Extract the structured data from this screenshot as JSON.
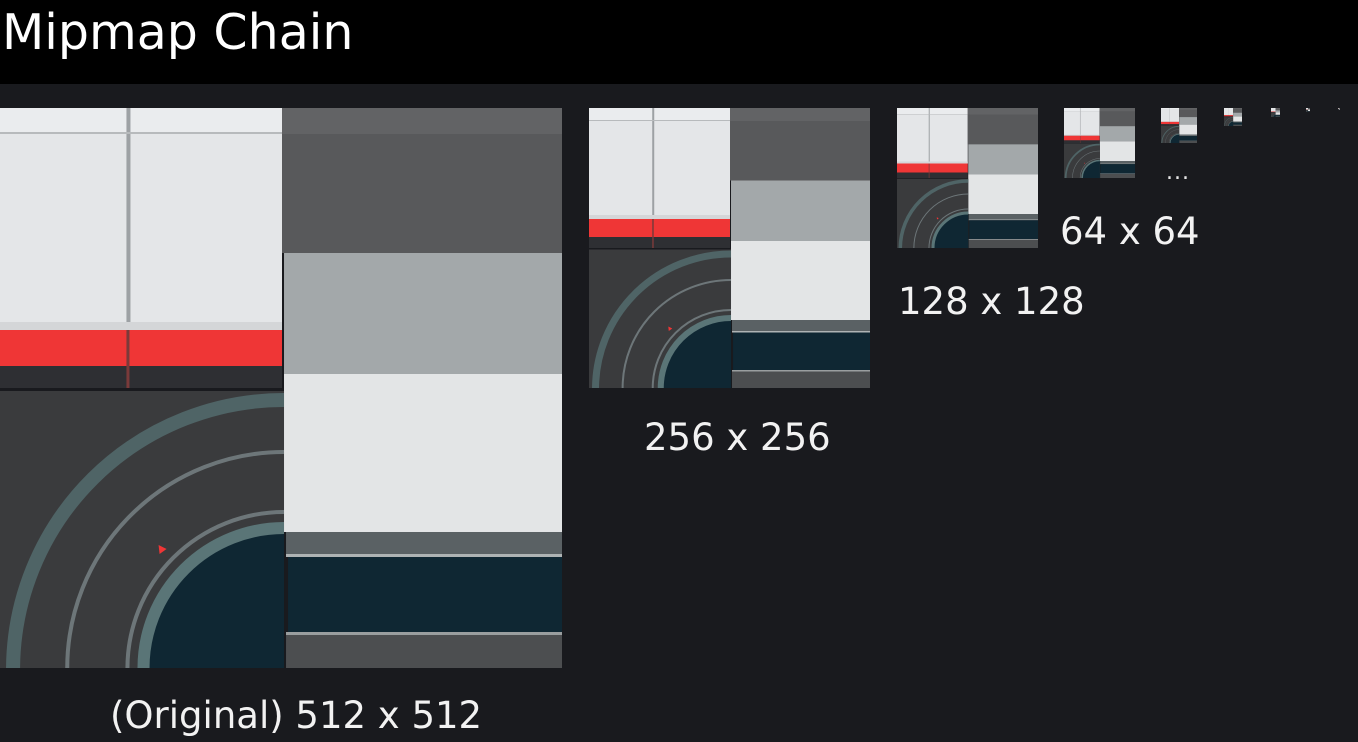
{
  "title": "Mipmap Chain",
  "levels": [
    {
      "label": "(Original) 512 x 512"
    },
    {
      "label": "256 x 256"
    },
    {
      "label": "128 x 128"
    },
    {
      "label": "64 x 64"
    }
  ],
  "ellipsis": "...",
  "colors": {
    "background": "#191a1e",
    "title_bar": "#000000",
    "panel_white": "#e4e6e8",
    "red_stripe": "#ef3636",
    "dark_strip": "#2e2f33",
    "concrete": "#3a3b3d",
    "rail": "#4f6466",
    "mid_grey": "#9fa4a6",
    "water_navy": "#0f2733"
  }
}
